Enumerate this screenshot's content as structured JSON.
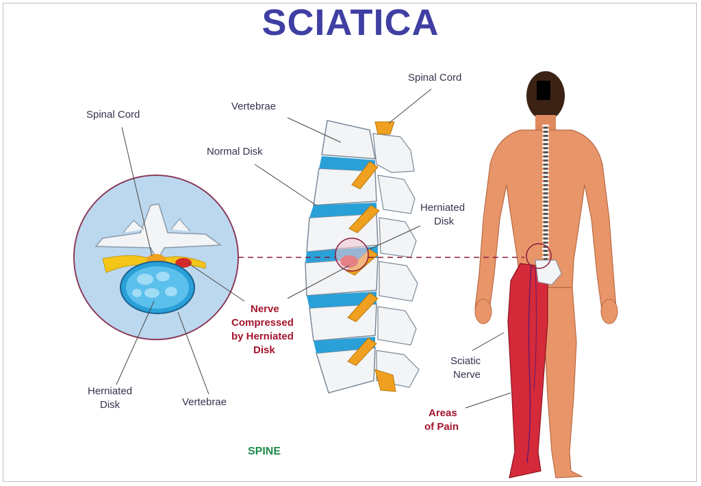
{
  "title": "SCIATICA",
  "labels": {
    "cross_spinal_cord": "Spinal Cord",
    "cross_herniated_disk_1": "Herniated",
    "cross_herniated_disk_2": "Disk",
    "cross_vertebrae": "Vertebrae",
    "spine_vertebrae": "Vertebrae",
    "spine_normal_disk": "Normal Disk",
    "spine_spinal_cord": "Spinal Cord",
    "spine_herniated_disk_1": "Herniated",
    "spine_herniated_disk_2": "Disk",
    "nerve_compressed_1": "Nerve",
    "nerve_compressed_2": "Compressed",
    "nerve_compressed_3": "by Herniated",
    "nerve_compressed_4": "Disk",
    "sciatic_nerve_1": "Sciatic",
    "sciatic_nerve_2": "Nerve",
    "areas_of_pain_1": "Areas",
    "areas_of_pain_2": "of Pain",
    "spine": "SPINE"
  },
  "colors": {
    "title": "#3f3fa3",
    "skin": "#e8956a",
    "pain": "#d42a3a",
    "disk": "#3a9ed8",
    "nerve": "#f0a020",
    "bone": "#f4f6f8",
    "label_red": "#a3142c",
    "label_green": "#1a8a4a"
  }
}
